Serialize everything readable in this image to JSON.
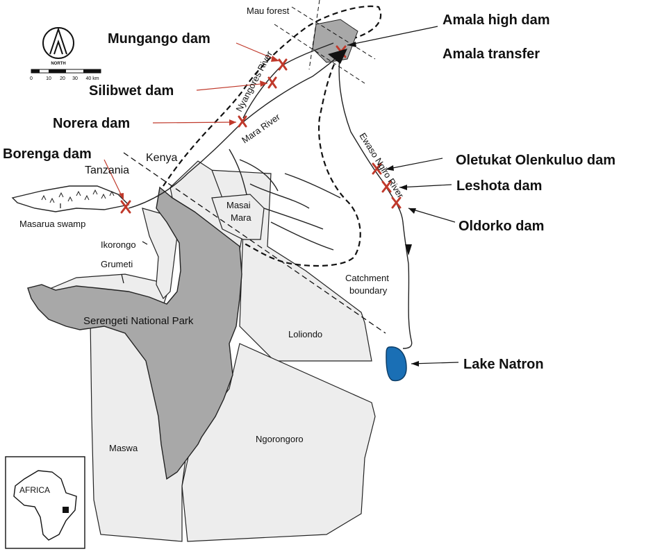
{
  "labels": {
    "mau_forest": "Mau forest",
    "amala_high_dam": "Amala high dam",
    "amala_transfer": "Amala transfer",
    "mungango_dam": "Mungango dam",
    "silibwet_dam": "Silibwet dam",
    "norera_dam": "Norera dam",
    "borenga_dam": "Borenga dam",
    "kenya": "Kenya",
    "tanzania": "Tanzania",
    "masarua_swamp": "Masarua swamp",
    "masai": "Masai",
    "mara": "Mara",
    "ikorongo": "Ikorongo",
    "grumeti": "Grumeti",
    "serengeti": "Serengeti National Park",
    "loliondo": "Loliondo",
    "ngorongoro": "Ngorongoro",
    "maswa": "Maswa",
    "catchment_1": "Catchment",
    "catchment_2": "boundary",
    "oletukat_dam": "Oletukat Olenkuluo dam",
    "leshota_dam": "Leshota dam",
    "oldorko_dam": "Oldorko dam",
    "lake_natron": "Lake Natron",
    "africa": "AFRICA",
    "north": "NORTH",
    "nyangores_river": "Nyangores River",
    "mara_river": "Mara River",
    "ewaso_river": "Ewaso Ngiro River"
  },
  "scale_bar": {
    "ticks": [
      "0",
      "10",
      "20",
      "30",
      "40 km"
    ]
  },
  "colors": {
    "park": "#a8a8a8",
    "region": "#ededed",
    "lake": "#1a6fb5",
    "dam_marker": "#c0392b",
    "outline": "#222222"
  }
}
